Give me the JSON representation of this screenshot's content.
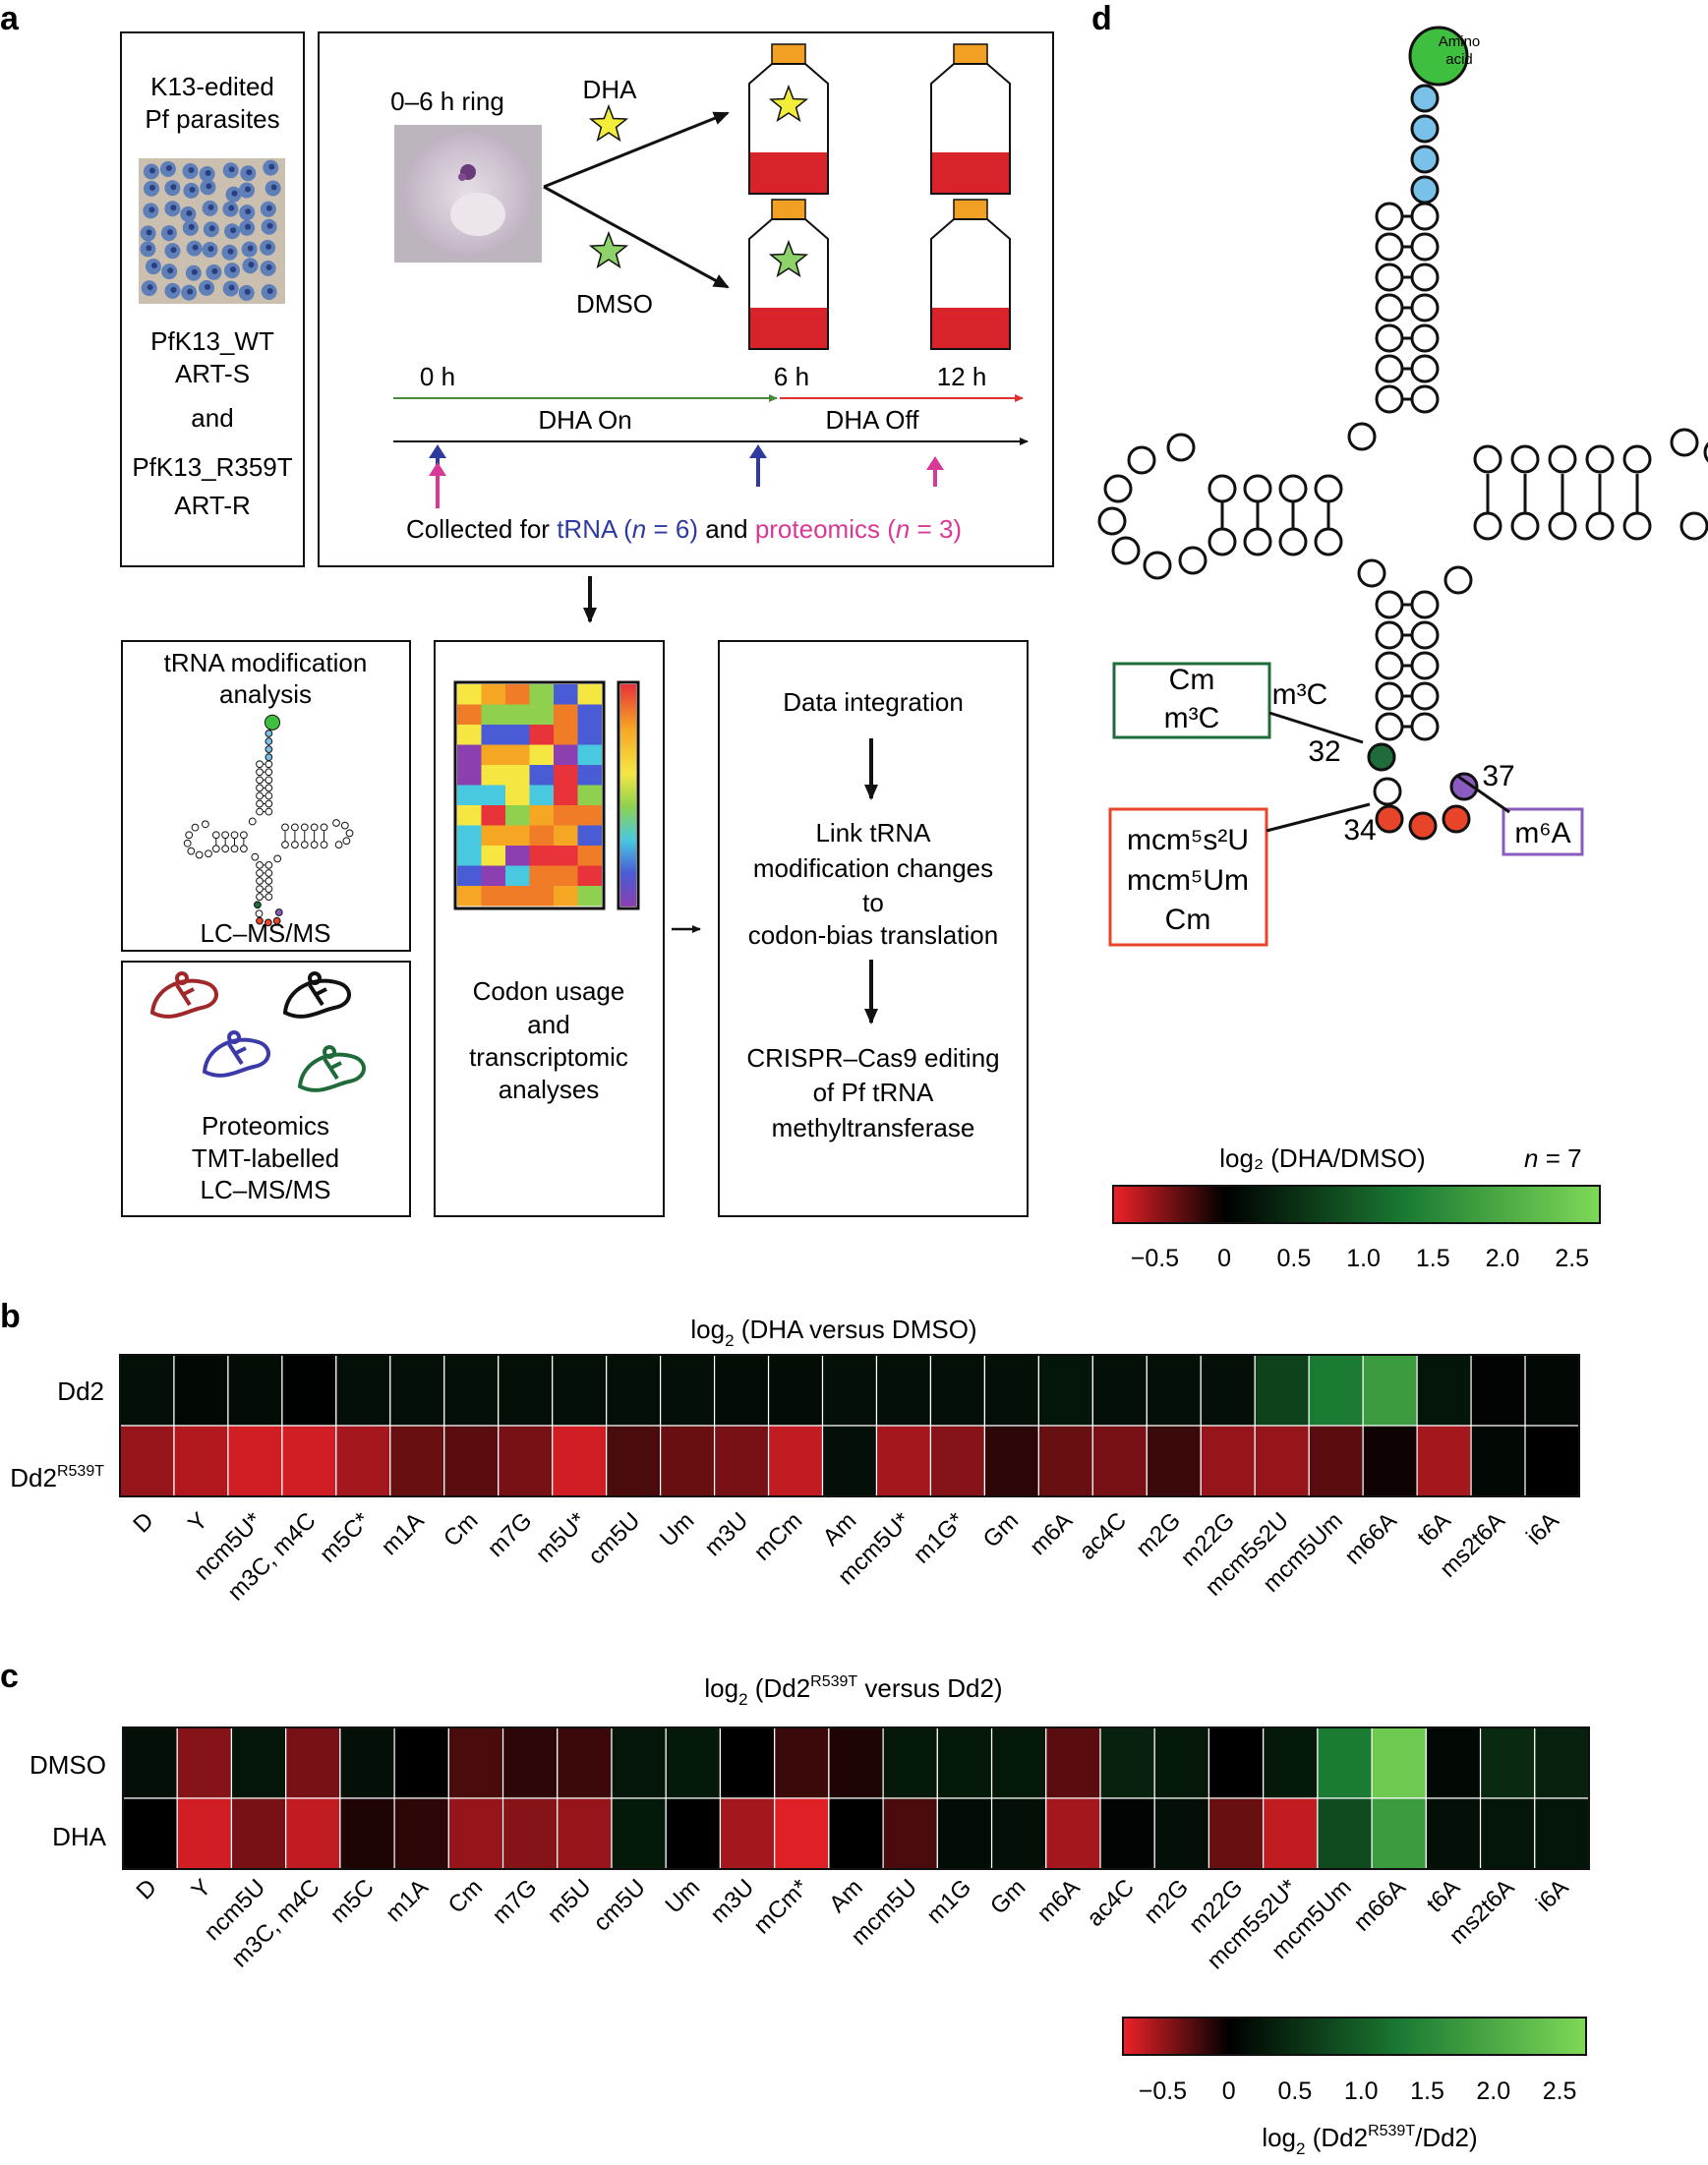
{
  "panel_labels": {
    "a": "a",
    "b": "b",
    "c": "c",
    "d": "d"
  },
  "panel_a": {
    "parasite_box": {
      "line1": "K13-edited",
      "line2": "Pf parasites",
      "wt_line1": "PfK13_WT",
      "wt_line2": "ART-S",
      "and": "and",
      "mut_line1": "PfK13_R359T",
      "mut_line2": "ART-R"
    },
    "experiment": {
      "ring_label": "0–6 h ring",
      "dha": "DHA",
      "dmso": "DMSO",
      "time_0": "0 h",
      "time_6": "6 h",
      "time_12": "12 h",
      "dha_on": "DHA On",
      "dha_off": "DHA Off",
      "collected_prefix": "Collected for ",
      "trna": "tRNA (",
      "trna_n": "n",
      "trna_suffix": " = 6)",
      "and": " and ",
      "proteomics": "proteomics (",
      "prot_n": "n",
      "prot_suffix": " = 3)"
    },
    "trna_box": {
      "title1": "tRNA modification",
      "title2": "analysis",
      "method": "LC–MS/MS"
    },
    "proteomics_box": {
      "line1": "Proteomics",
      "line2": "TMT-labelled",
      "line3": "LC–MS/MS"
    },
    "codon_box": {
      "line1": "Codon usage",
      "line2": "and",
      "line3": "transcriptomic",
      "line4": "analyses"
    },
    "integration_box": {
      "step1": "Data integration",
      "step2_l1": "Link tRNA",
      "step2_l2": "modification changes",
      "step2_l3": "to",
      "step2_l4": "codon-bias translation",
      "step3_l1": "CRISPR–Cas9 editing",
      "step3_l2": "of Pf tRNA",
      "step3_l3": "methyltransferase"
    }
  },
  "panel_d": {
    "amino_acid_l1": "Amino",
    "amino_acid_l2": "acid",
    "green_box": {
      "line1": "Cm",
      "line2": "m³C"
    },
    "m3c_label": "m³C",
    "pos32": "32",
    "pos34": "34",
    "pos37": "37",
    "red_box": {
      "line1": "mcm⁵s²U",
      "line2": "mcm⁵Um",
      "line3": "Cm"
    },
    "purple_box": "m⁶A",
    "colorbar": {
      "title": "log₂ (DHA/DMSO)",
      "n_label": "n",
      "n_value": " = 7",
      "ticks": [
        "−0.5",
        "0",
        "0.5",
        "1.0",
        "1.5",
        "2.0",
        "2.5"
      ]
    }
  },
  "colors": {
    "blue": "#2e3b9e",
    "magenta": "#d63a96",
    "green_line": "#4a8a3f",
    "red_line": "#e03030",
    "mod_green": "#1f6b3a",
    "mod_red": "#e8442a",
    "mod_purple": "#8a5cc0",
    "stem_blue": "#79c1e8",
    "amino_green": "#3fbf3f"
  },
  "chart_data": [
    {
      "type": "heatmap",
      "title": "log₂ (DHA versus DMSO)",
      "rows": [
        "Dd2",
        "Dd2R539T"
      ],
      "columns": [
        "D",
        "Y",
        "ncm5U*",
        "m3C, m4C",
        "m5C*",
        "m1A",
        "Cm",
        "m7G",
        "m5U*",
        "cm5U",
        "Um",
        "m3U",
        "mCm",
        "Am",
        "mcm5U*",
        "m1G*",
        "Gm",
        "m6A",
        "ac4C",
        "m2G",
        "m22G",
        "mcm5s2U",
        "mcm5Um",
        "m66A",
        "t6A",
        "ms2t6A",
        "i6A"
      ],
      "values": [
        [
          0.2,
          0.1,
          0.15,
          0.02,
          0.2,
          0.2,
          0.2,
          0.2,
          0.2,
          0.2,
          0.2,
          0.15,
          0.15,
          0.2,
          0.2,
          0.2,
          0.2,
          0.25,
          0.2,
          0.2,
          0.2,
          0.8,
          1.5,
          1.9,
          0.25,
          0.05,
          0.1
        ],
        [
          -0.5,
          -0.6,
          -0.7,
          -0.7,
          -0.55,
          -0.35,
          -0.3,
          -0.4,
          -0.7,
          -0.25,
          -0.35,
          -0.4,
          -0.65,
          0.2,
          -0.55,
          -0.45,
          -0.15,
          -0.35,
          -0.4,
          -0.2,
          -0.5,
          -0.5,
          -0.3,
          -0.05,
          -0.55,
          0.1,
          0.0
        ]
      ],
      "color_scale": {
        "min": -0.8,
        "max": 2.7
      }
    },
    {
      "type": "heatmap",
      "title": "log₂ (Dd2R539T versus Dd2)",
      "rows": [
        "DMSO",
        "DHA"
      ],
      "columns": [
        "D",
        "Y",
        "ncm5U",
        "m3C, m4C",
        "m5C",
        "m1A",
        "Cm",
        "m7G",
        "m5U",
        "cm5U",
        "Um",
        "m3U",
        "mCm*",
        "Am",
        "mcm5U",
        "m1G",
        "Gm",
        "m6A",
        "ac4C",
        "m2G",
        "m22G",
        "mcm5s2U*",
        "mcm5Um",
        "m66A",
        "t6A",
        "ms2t6A",
        "i6A"
      ],
      "values": [
        [
          0.2,
          -0.45,
          0.25,
          -0.4,
          0.2,
          0.0,
          -0.25,
          -0.15,
          -0.2,
          0.25,
          0.3,
          0.0,
          -0.2,
          -0.1,
          0.3,
          0.3,
          0.3,
          -0.3,
          0.4,
          0.3,
          0.0,
          0.3,
          1.5,
          2.5,
          0.1,
          0.5,
          0.4
        ],
        [
          0.0,
          -0.7,
          -0.4,
          -0.65,
          -0.1,
          -0.15,
          -0.5,
          -0.45,
          -0.5,
          0.3,
          0.0,
          -0.55,
          -0.75,
          0.0,
          -0.25,
          0.15,
          0.2,
          -0.55,
          0.05,
          0.2,
          -0.35,
          -0.65,
          0.9,
          1.9,
          0.2,
          0.25,
          0.25
        ]
      ],
      "colorbar": {
        "ticks": [
          "−0.5",
          "0",
          "0.5",
          "1.0",
          "1.5",
          "2.0",
          "2.5"
        ],
        "label": "log₂ (Dd2R539T/Dd2)"
      },
      "color_scale": {
        "min": -0.8,
        "max": 2.7
      }
    }
  ],
  "axis_text": {
    "b_title_pre": "log",
    "b_title_sub": "2",
    "b_title_post": " (DHA versus DMSO)",
    "b_row1": "Dd2",
    "b_row2_base": "Dd2",
    "b_row2_sup": "R539T",
    "c_title_pre": "log",
    "c_title_sub": "2",
    "c_title_mid": " (Dd2",
    "c_title_sup": "R539T",
    "c_title_post": " versus Dd2)",
    "c_row1": "DMSO",
    "c_row2": "DHA",
    "c_cb_pre": "log",
    "c_cb_sub": "2",
    "c_cb_mid": " (Dd2",
    "c_cb_sup": "R539T",
    "c_cb_post": "/Dd2)"
  }
}
